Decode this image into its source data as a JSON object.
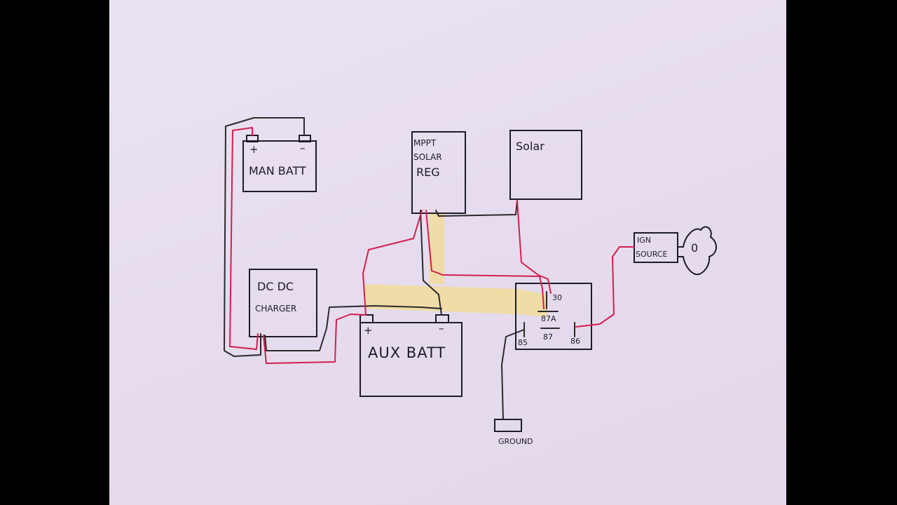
{
  "components": {
    "main_batt": {
      "label": "MAN BATT",
      "plus": "+",
      "minus": "–"
    },
    "mppt": {
      "line1": "MPPT",
      "line2": "SOLAR",
      "line3": "REG"
    },
    "solar": {
      "label": "Solar"
    },
    "dcdc": {
      "line1": "DC DC",
      "line2": "CHARGER"
    },
    "aux_batt": {
      "label": "AUX BATT",
      "plus": "+",
      "minus": "–"
    },
    "ign": {
      "line1": "IGN",
      "line2": "SOURCE",
      "key_mark": "0"
    },
    "relay": {
      "pin30": "30",
      "pin87a": "87A",
      "pin85": "85",
      "pin87": "87",
      "pin86": "86"
    },
    "ground": {
      "label": "GROUND"
    }
  },
  "colors": {
    "paper": "#e6dcee",
    "ink": "#1c1c28",
    "positive_wire": "#d21f4e",
    "negative_wire": "#2a2a2a",
    "highlight": "#f3dd8c"
  }
}
